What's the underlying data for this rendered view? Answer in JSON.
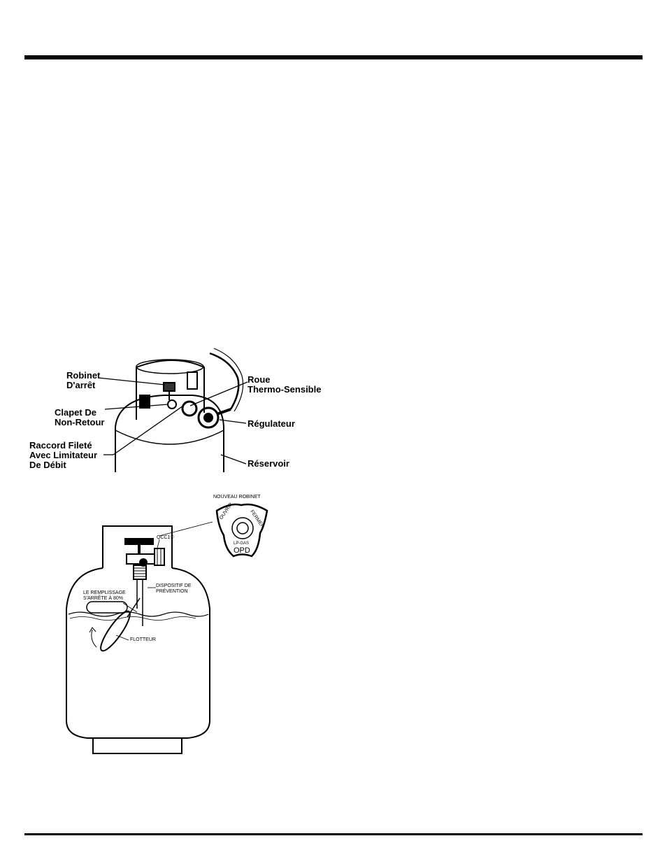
{
  "diagram1": {
    "labels": {
      "robinet_line1": "Robinet",
      "robinet_line2": "D'arrêt",
      "clapet_line1": "Clapet De",
      "clapet_line2": "Non-Retour",
      "raccord_line1": "Raccord Fileté",
      "raccord_line2": "Avec Limitateur",
      "raccord_line3": "De Débit",
      "roue_line1": "Roue",
      "roue_line2": "Thermo-Sensible",
      "regulateur": "Régulateur",
      "reservoir": "Réservoir"
    }
  },
  "diagram2": {
    "labels": {
      "nouveau_robinet": "NOUVEAU ROBINET",
      "qcc": "QCC1®",
      "dispositif_line1": "DISPOSITIF DE",
      "dispositif_line2": "PRÉVENTION",
      "remplissage_line1": "LE REMPLISSAGE",
      "remplissage_line2": "S'ARRÊTE À 80%",
      "flotteur": "FLOTTEUR"
    },
    "knob_labels": {
      "ouvrir": "OUVRIR",
      "fermer": "FERMER",
      "lp_gas": "LP-GAS",
      "opd": "OPD"
    }
  }
}
